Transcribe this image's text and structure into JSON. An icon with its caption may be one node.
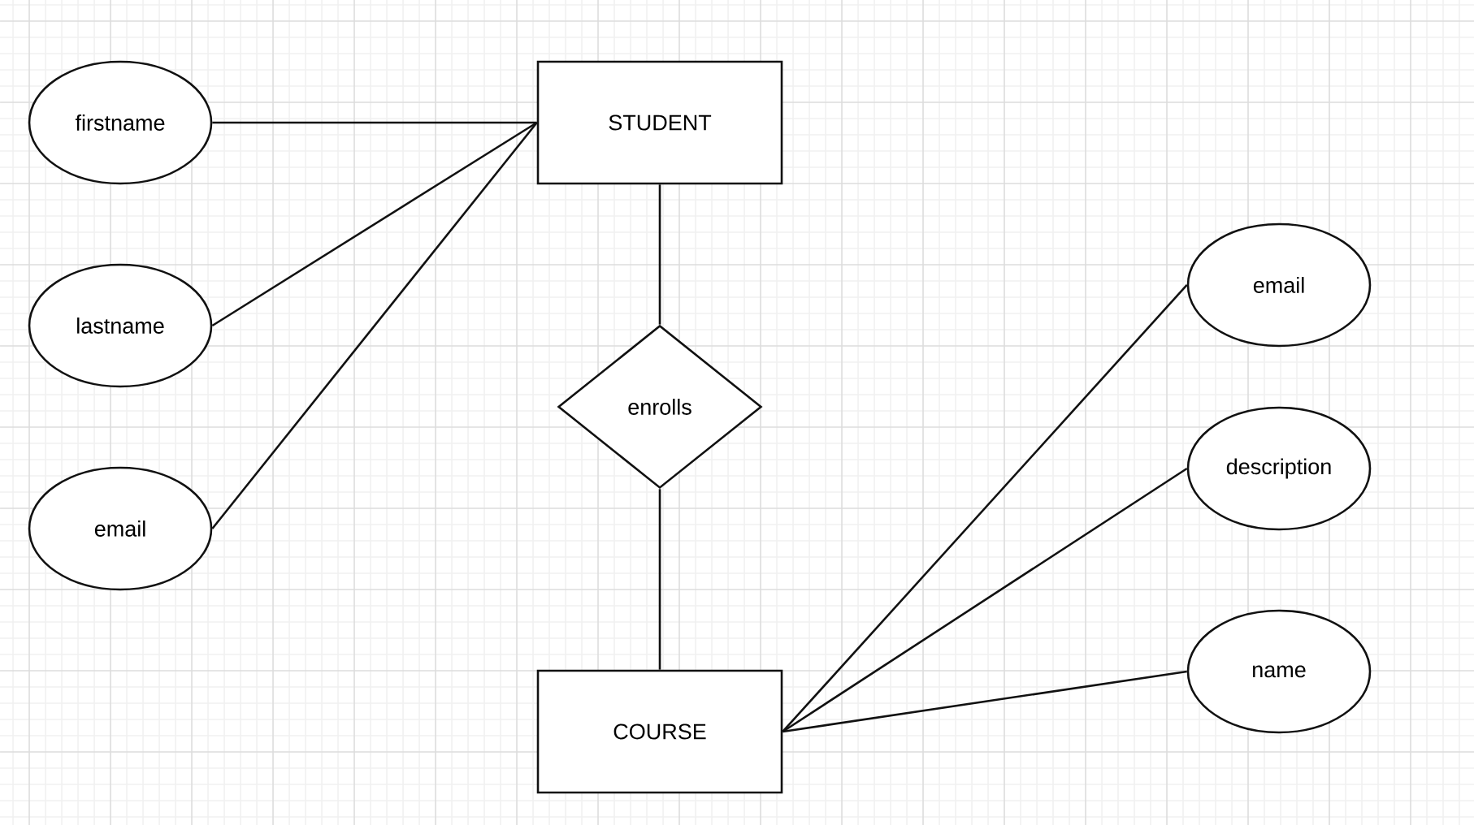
{
  "diagram": {
    "nodes": [
      {
        "text": [
          "STUDENT"
        ]
      },
      {
        "text": [
          "firstname"
        ]
      },
      {
        "text": [
          "lastname"
        ]
      },
      {
        "text": [
          "email"
        ]
      },
      {
        "text": [
          "enrolls"
        ]
      },
      {
        "text": [
          "COURSE"
        ]
      },
      {
        "text": [
          "email"
        ]
      },
      {
        "text": [
          "description"
        ]
      },
      {
        "text": [
          "name"
        ]
      }
    ],
    "edges": [
      {
        "from": 1,
        "to": 0,
        "arrow": "none"
      },
      {
        "from": 2,
        "to": 0,
        "arrow": "none"
      },
      {
        "from": 3,
        "to": 0,
        "arrow": "none"
      },
      {
        "from": 0,
        "to": 4,
        "arrow": "none"
      },
      {
        "from": 4,
        "to": 5,
        "arrow": "none"
      },
      {
        "from": 5,
        "to": 6,
        "arrow": "none"
      },
      {
        "from": 5,
        "to": 7,
        "arrow": "none"
      },
      {
        "from": 5,
        "to": 8,
        "arrow": "none"
      }
    ]
  }
}
